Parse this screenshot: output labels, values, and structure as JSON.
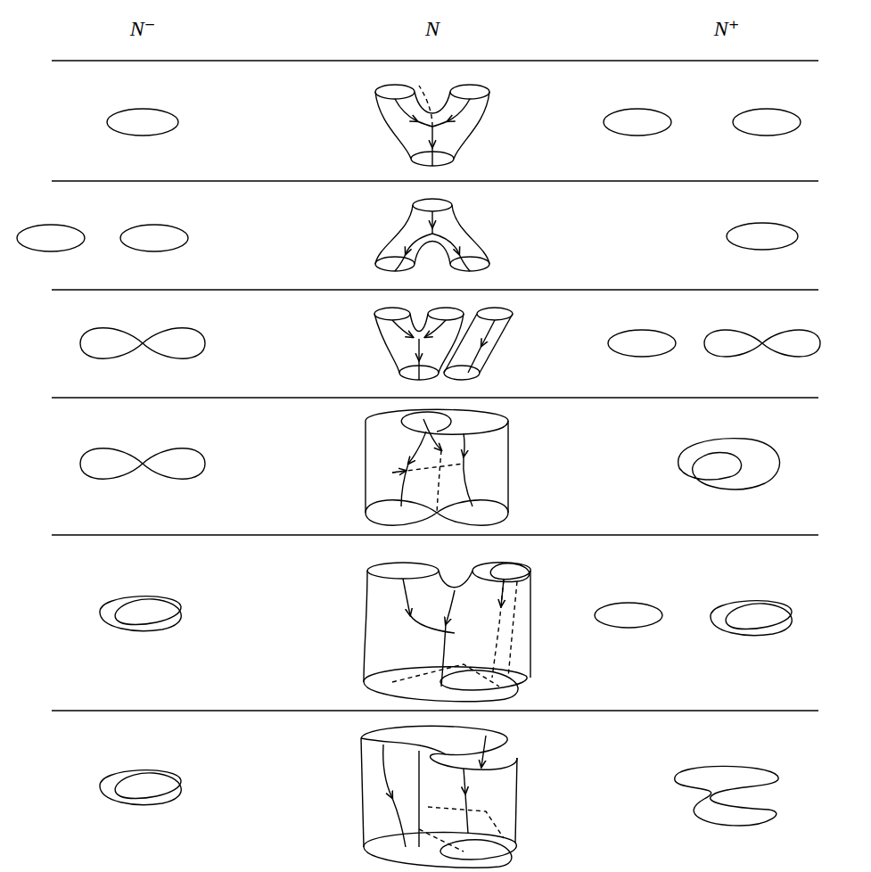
{
  "diagram": {
    "labels": [
      "N⁻",
      "N",
      "N⁺"
    ]
  }
}
